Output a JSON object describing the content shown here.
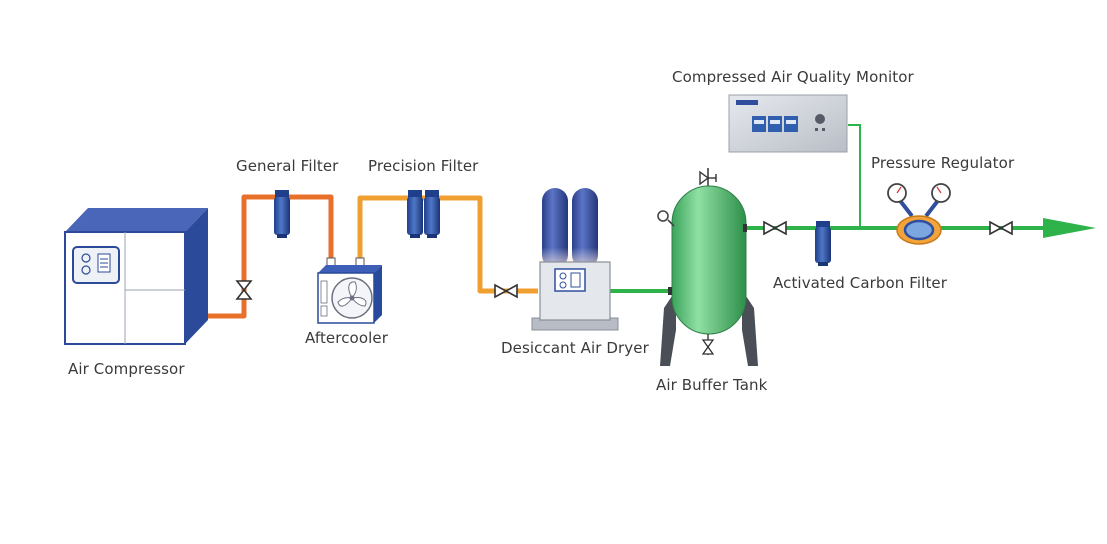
{
  "diagram": {
    "labels": {
      "air_compressor": "Air Compressor",
      "general_filter": "General Filter",
      "precision_filter": "Precision Filter",
      "aftercooler": "Aftercooler",
      "desiccant_air_dryer": "Desiccant Air Dryer",
      "air_buffer_tank": "Air Buffer Tank",
      "quality_monitor": "Compressed Air Quality Monitor",
      "activated_carbon_filter": "Activated Carbon Filter",
      "pressure_regulator": "Pressure Regulator"
    },
    "colors": {
      "hot_pipe": "#e8702a",
      "warm_pipe": "#f0a030",
      "clean_pipe": "#2db34a",
      "equipment_blue": "#2f4f9e",
      "tank_green": "#5cc07a",
      "label_text": "#3a3a3a"
    },
    "icons": [
      "valve-icon",
      "fan-icon",
      "gauge-icon",
      "flow-arrow-icon"
    ]
  }
}
